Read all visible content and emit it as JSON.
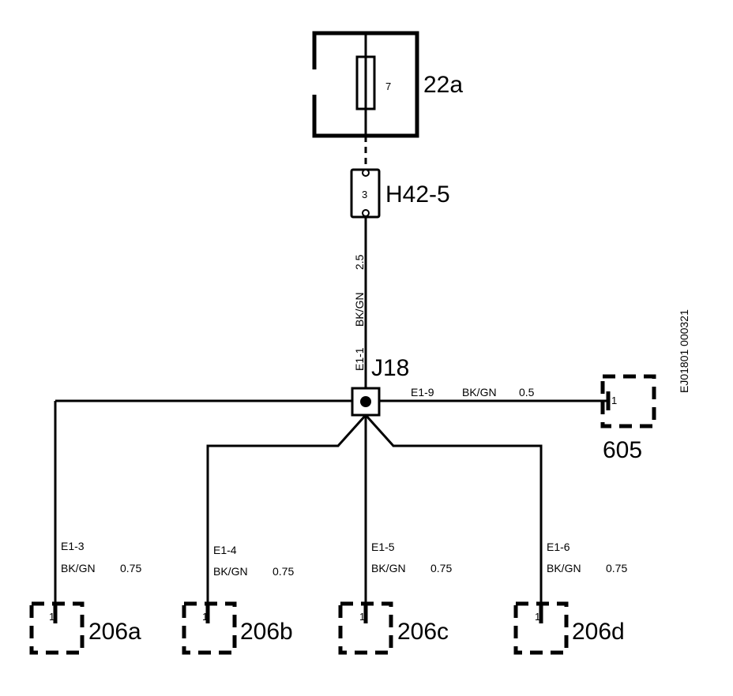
{
  "fuse": {
    "id": "22a",
    "number": "7"
  },
  "connector": {
    "id": "H42-5",
    "pin": "3"
  },
  "feed_wire": {
    "circuit": "E1-1",
    "color": "BK/GN",
    "gauge": "2.5"
  },
  "junction": {
    "id": "J18"
  },
  "doc_code": "EJ01801 000321",
  "component_605": {
    "id": "605",
    "pin": "1",
    "circuit": "E1-9",
    "color": "BK/GN",
    "gauge": "0.5"
  },
  "loads": [
    {
      "id": "206a",
      "pin": "1",
      "circuit": "E1-3",
      "color": "BK/GN",
      "gauge": "0.75"
    },
    {
      "id": "206b",
      "pin": "1",
      "circuit": "E1-4",
      "color": "BK/GN",
      "gauge": "0.75"
    },
    {
      "id": "206c",
      "pin": "1",
      "circuit": "E1-5",
      "color": "BK/GN",
      "gauge": "0.75"
    },
    {
      "id": "206d",
      "pin": "1",
      "circuit": "E1-6",
      "color": "BK/GN",
      "gauge": "0.75"
    }
  ]
}
